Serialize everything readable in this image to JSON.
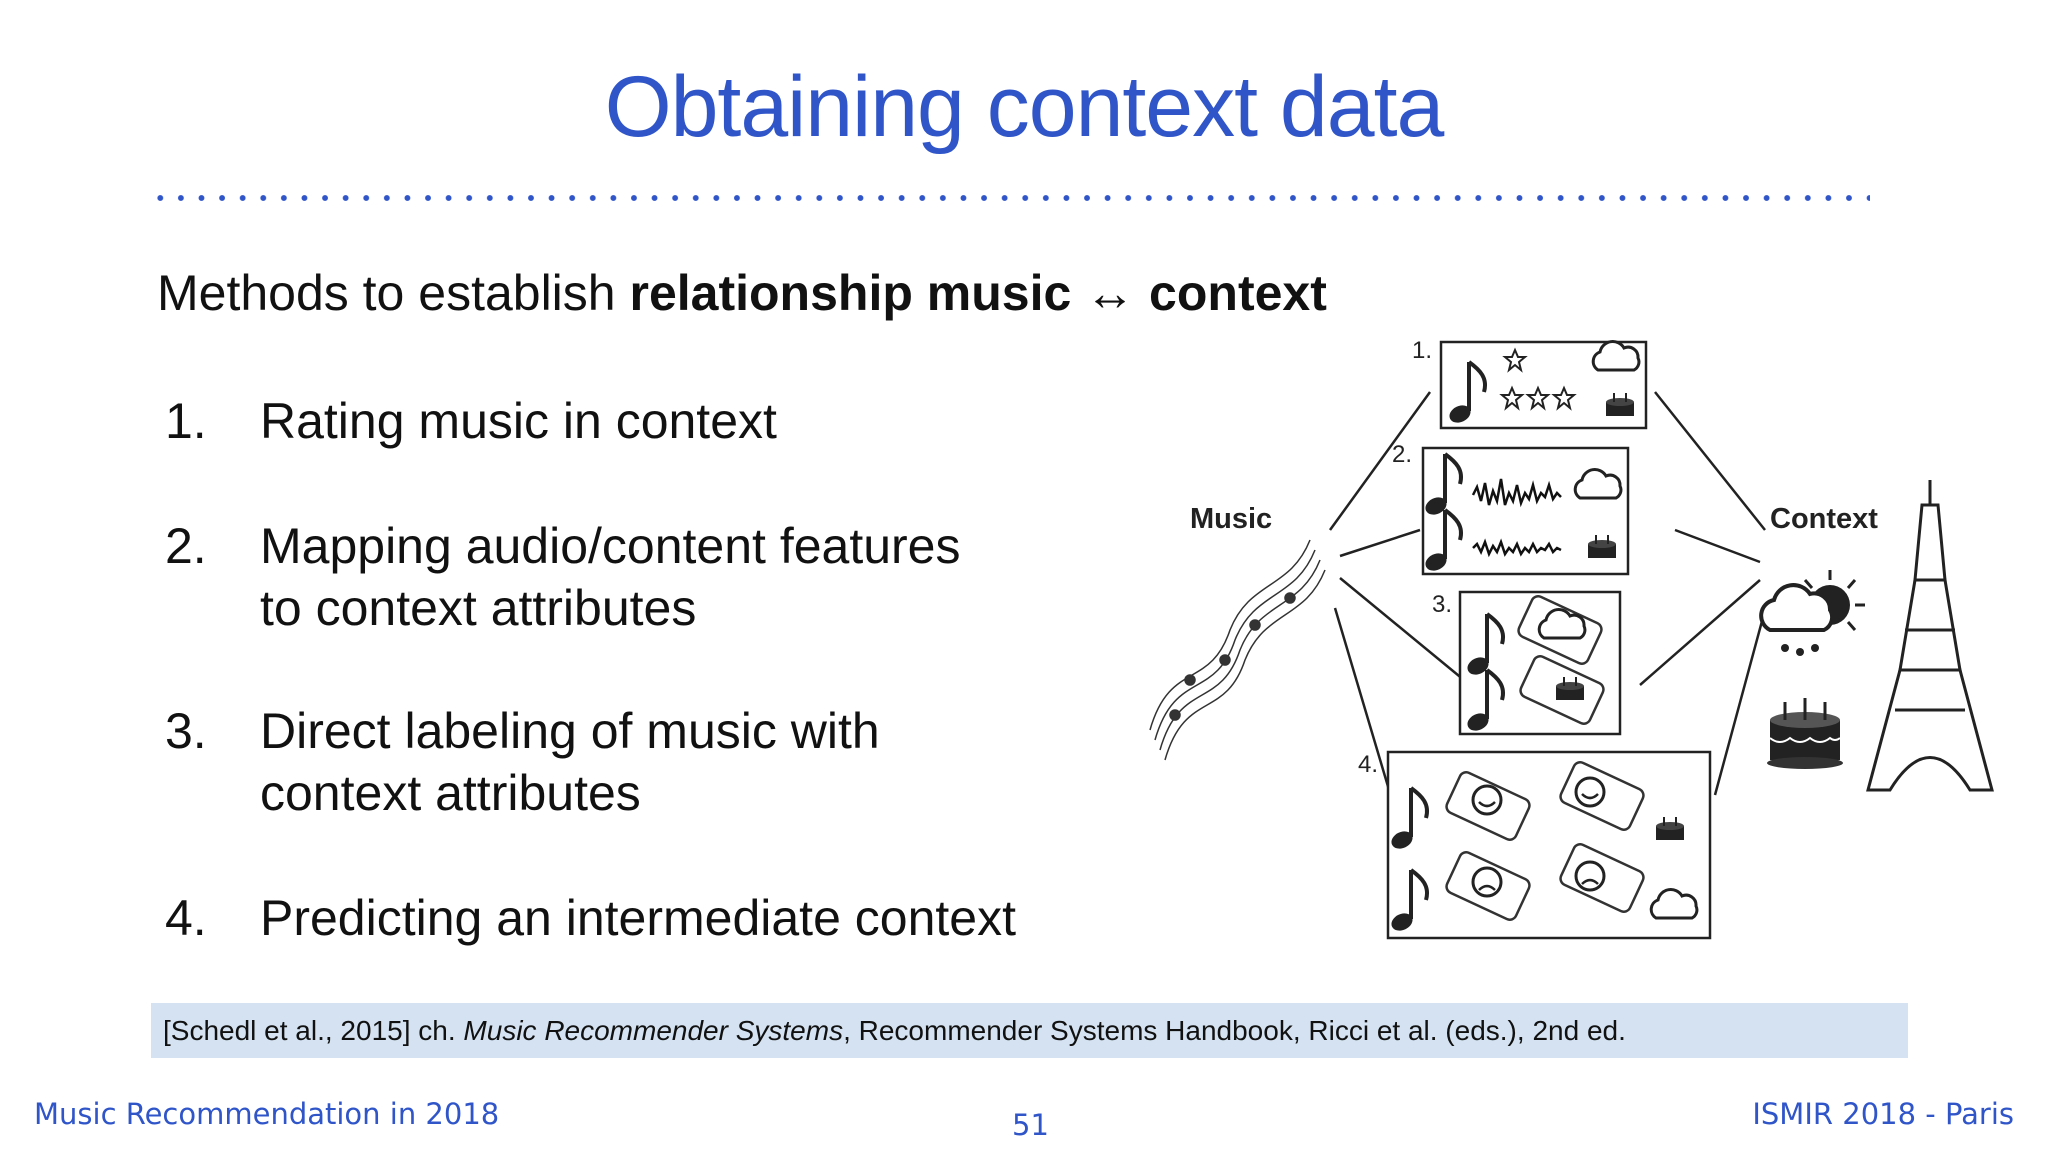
{
  "slide": {
    "title": "Obtaining context data",
    "intro_prefix": "Methods to establish ",
    "intro_bold": "relationship music ↔ context",
    "items": [
      {
        "num": "1.",
        "lines": [
          "Rating music in context"
        ]
      },
      {
        "num": "2.",
        "lines": [
          "Mapping audio/content features",
          "to context attributes"
        ]
      },
      {
        "num": "3.",
        "lines": [
          "Direct labeling of music with",
          "context attributes"
        ]
      },
      {
        "num": "4.",
        "lines": [
          "Predicting an intermediate context"
        ]
      }
    ]
  },
  "diagram": {
    "music_label": "Music",
    "context_label": "Context",
    "box_labels": [
      "1.",
      "2.",
      "3.",
      "4."
    ]
  },
  "reference": {
    "prefix": "[Schedl et al., 2015] ch. ",
    "italic": "Music Recommender Systems",
    "suffix": ", Recommender Systems Handbook, Ricci et al. (eds.), 2nd ed."
  },
  "footer": {
    "left": "Music Recommendation in 2018",
    "page": "51",
    "right": "ISMIR 2018 - Paris"
  },
  "colors": {
    "accent": "#2f55c9",
    "reference_bg": "#d4e2f1"
  }
}
